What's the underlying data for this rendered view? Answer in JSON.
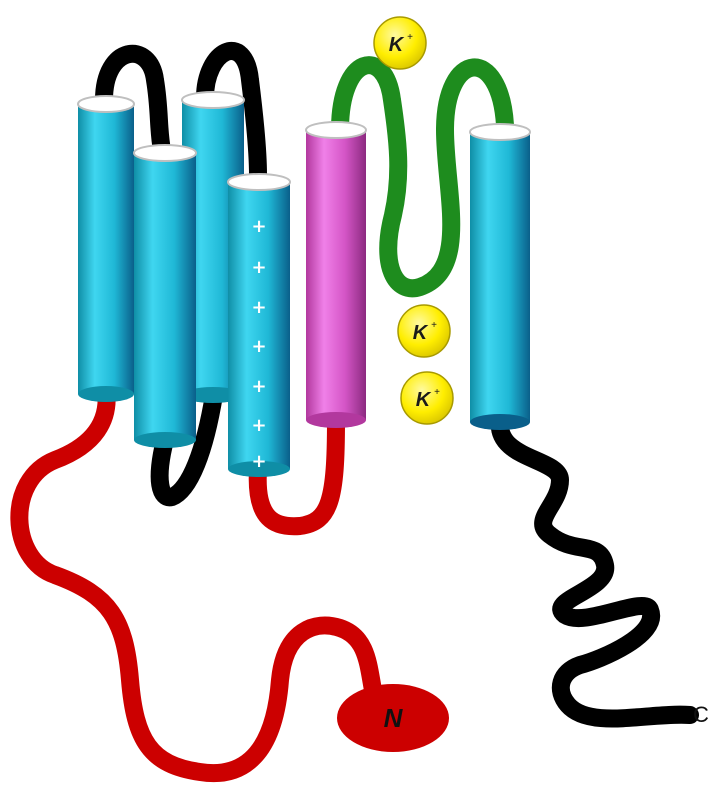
{
  "ion": {
    "symbol": "K",
    "charge": "+"
  },
  "terminus": {
    "n": "N",
    "c": "C"
  },
  "voltage_sensor_charge": "+",
  "colors": {
    "helix_blue": "#1fc0dc",
    "helix_pink": "#e060d8",
    "loop_black": "#000000",
    "n_terminal_loop": "#cc0000",
    "pore_loop": "#1e8c1e",
    "ion_fill": "#ffee00"
  }
}
